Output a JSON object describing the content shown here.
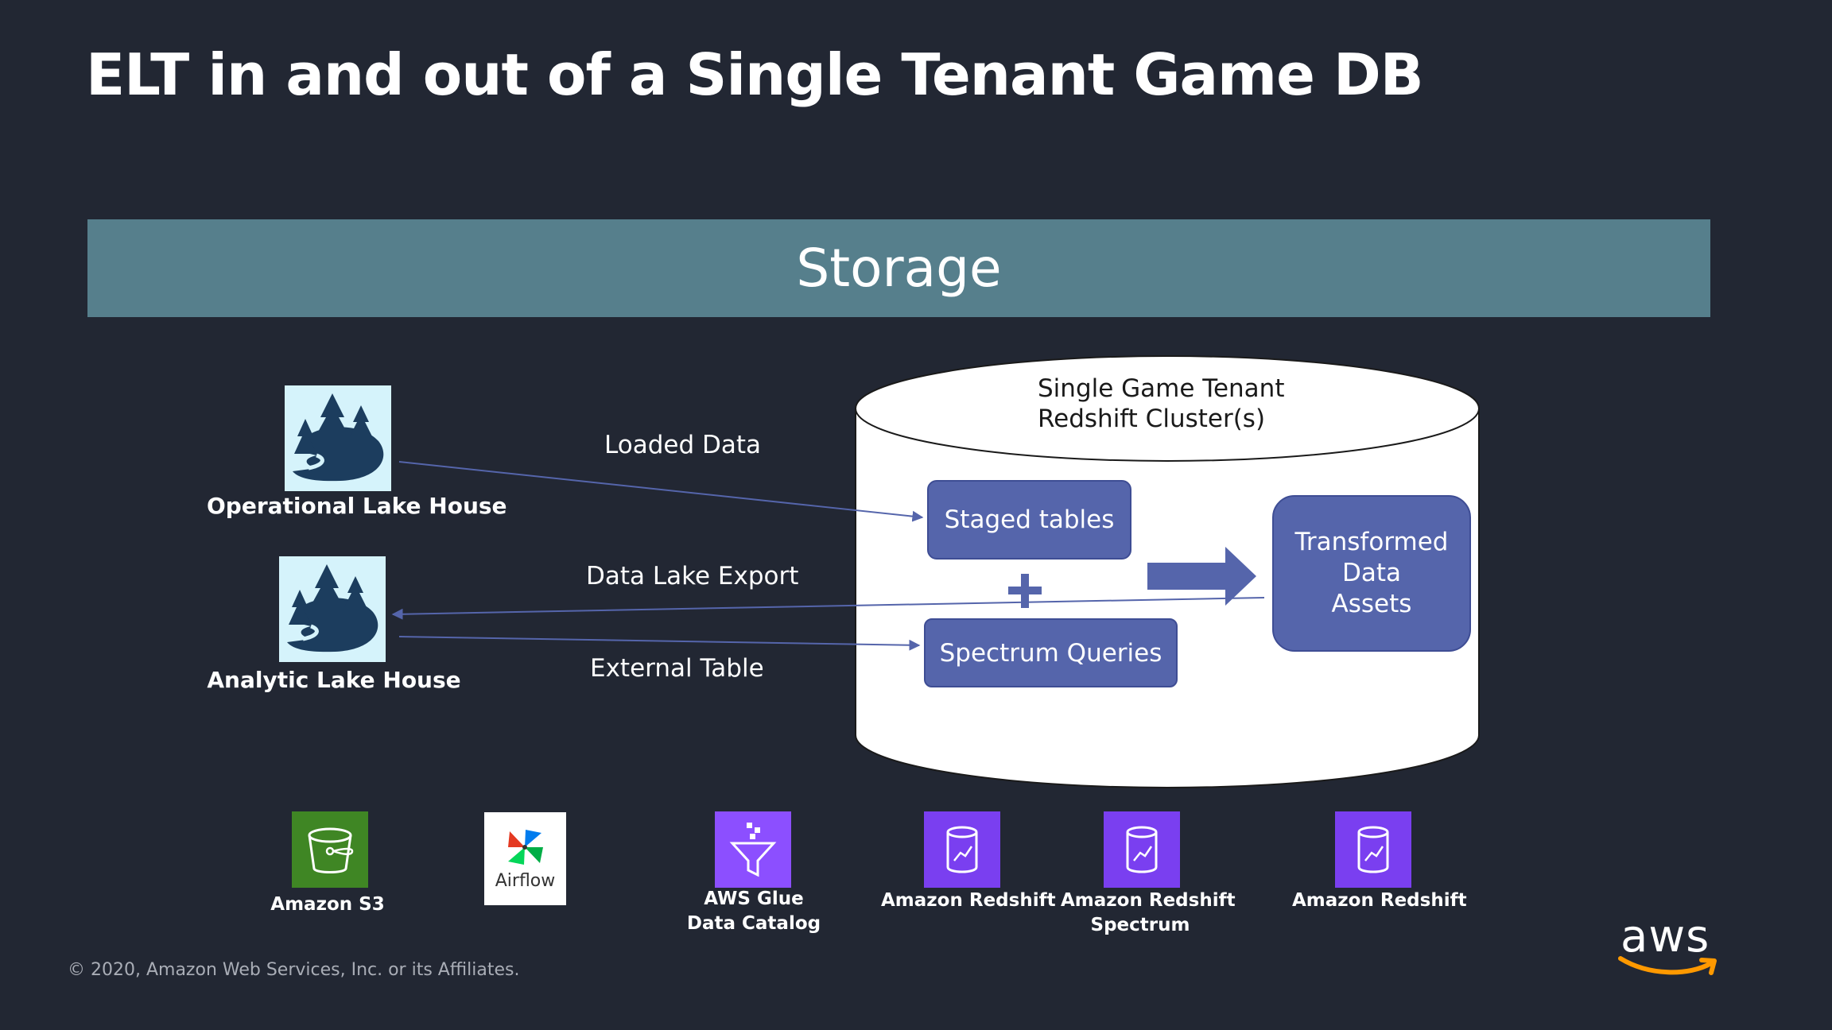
{
  "title": "ELT in and out of a Single Tenant Game DB",
  "storage_label": "Storage",
  "sources": {
    "operational": "Operational Lake House",
    "analytic": "Analytic Lake House"
  },
  "flows": {
    "loaded": "Loaded Data",
    "export": "Data Lake Export",
    "external": "External Table"
  },
  "cluster": {
    "line1": "Single Game Tenant",
    "line2": "Redshift Cluster(s)",
    "staged": "Staged tables",
    "spectrum": "Spectrum Queries",
    "transformed_1": "Transformed",
    "transformed_2": "Data",
    "transformed_3": "Assets"
  },
  "services": {
    "s3": "Amazon S3",
    "airflow": "Airflow",
    "glue_1": "AWS Glue",
    "glue_2": "Data Catalog",
    "redshift_a": "Amazon Redshift",
    "spectrum_1": "Amazon Redshift",
    "spectrum_2": "Spectrum",
    "redshift_b": "Amazon Redshift"
  },
  "footer": "© 2020, Amazon Web Services, Inc. or its Affiliates.",
  "logo_text": "aws",
  "colors": {
    "background": "#222733",
    "storage_bar": "#567f8c",
    "box": "#5565ab",
    "arrow": "#5565ab",
    "s3": "#3f8624",
    "glue": "#8c4fff",
    "redshift": "#7a3ff0",
    "aws_smile": "#ff9900"
  }
}
